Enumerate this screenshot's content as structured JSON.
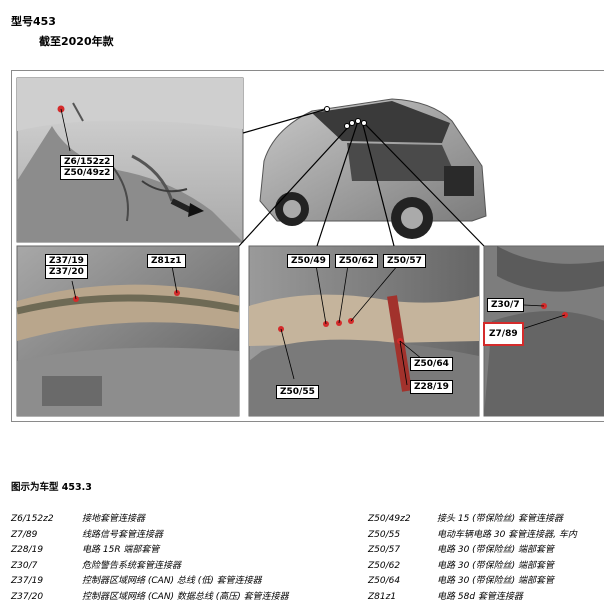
{
  "header": {
    "model": "型号453",
    "year": "截至2020年款"
  },
  "figure": {
    "callouts": {
      "c_z6": "Z6/152z2",
      "c_z50_49z2": "Z50/49z2",
      "c_z37_19": "Z37/19",
      "c_z37_20": "Z37/20",
      "c_z81z1": "Z81z1",
      "c_z50_49": "Z50/49",
      "c_z50_62": "Z50/62",
      "c_z50_57": "Z50/57",
      "c_z50_55": "Z50/55",
      "c_z50_64": "Z50/64",
      "c_z28_19": "Z28/19",
      "c_z30_7": "Z30/7",
      "c_z7_89": "Z7/89"
    },
    "colors": {
      "marker": "#d42b2b",
      "highlight": "#d42b2b"
    }
  },
  "caption": "图示为车型 453.3",
  "legend": {
    "left": [
      {
        "code": "Z6/152z2",
        "desc": "接地套管连接器"
      },
      {
        "code": "Z7/89",
        "desc": "线路信号套管连接器"
      },
      {
        "code": "Z28/19",
        "desc": "电路 15R 端部套管"
      },
      {
        "code": "Z30/7",
        "desc": "危险警告系统套管连接器"
      },
      {
        "code": "Z37/19",
        "desc": "控制器区域网络 (CAN) 总线 (低) 套管连接器"
      },
      {
        "code": "Z37/20",
        "desc": "控制器区域网络 (CAN) 数据总线 (高压) 套管连接器"
      }
    ],
    "right": [
      {
        "code": "Z50/49z2",
        "desc": "接头 15 (带保险丝) 套管连接器"
      },
      {
        "code": "Z50/55",
        "desc": "电动车辆电路 30 套管连接器, 车内"
      },
      {
        "code": "Z50/57",
        "desc": "电路 30 (带保险丝) 端部套管"
      },
      {
        "code": "Z50/62",
        "desc": "电路 30 (带保险丝) 端部套管"
      },
      {
        "code": "Z50/64",
        "desc": "电路 30 (带保险丝) 端部套管"
      },
      {
        "code": "Z81z1",
        "desc": "电路 58d 套管连接器"
      }
    ]
  }
}
